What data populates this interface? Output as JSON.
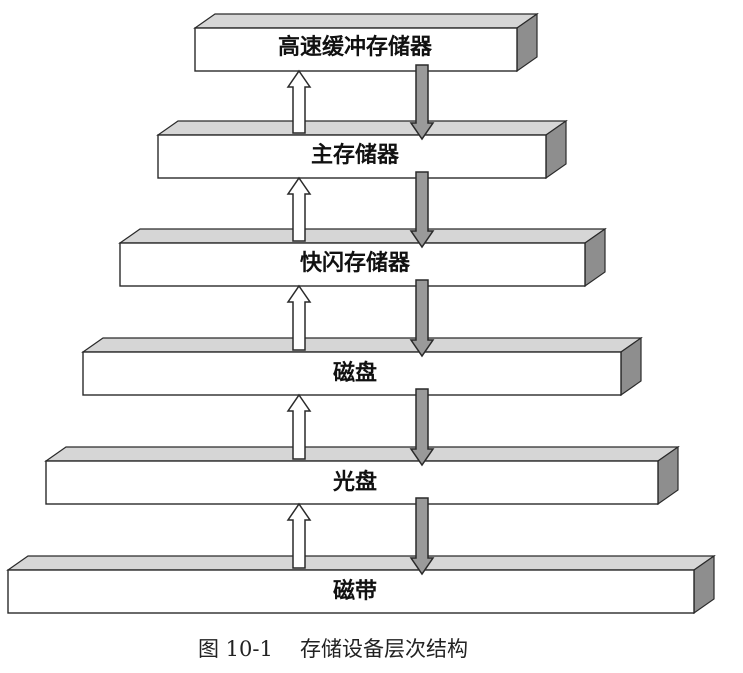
{
  "diagram": {
    "levels": [
      {
        "label": "高速缓冲存储器"
      },
      {
        "label": "主存储器"
      },
      {
        "label": "快闪存储器"
      },
      {
        "label": "磁盘"
      },
      {
        "label": "光盘"
      },
      {
        "label": "磁带"
      }
    ],
    "colors": {
      "box_front": "#ffffff",
      "box_top": "#d6d6d6",
      "box_side": "#8e8e8e",
      "edge": "#2a2a2a",
      "up_arrow_fill": "#ffffff",
      "down_arrow_fill": "#9a9a9a"
    }
  },
  "caption": {
    "figure_number": "图 10-1",
    "title": "存储设备层次结构"
  }
}
